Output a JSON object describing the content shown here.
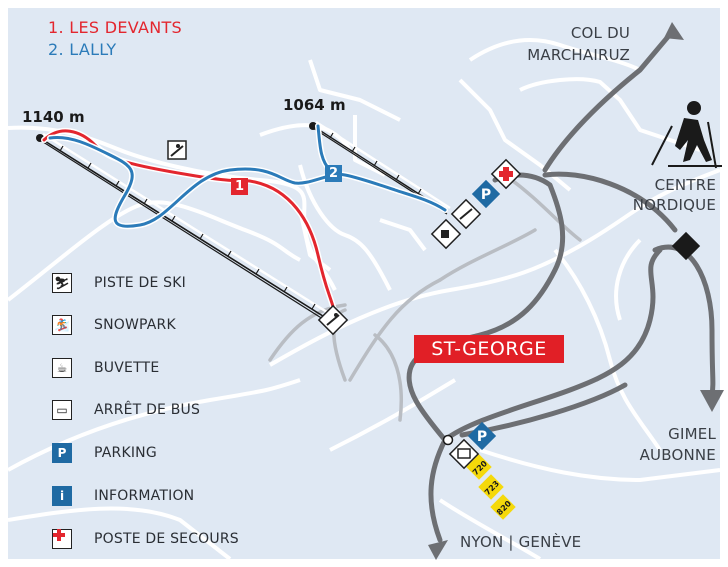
{
  "routes": [
    {
      "num": "1",
      "name": "1. LES DEVANTS",
      "color": "#e3262e"
    },
    {
      "num": "2",
      "name": "2. LALLY",
      "color": "#2b7bb9"
    }
  ],
  "altitudes": {
    "left": "1140 m",
    "right": "1064 m"
  },
  "places": {
    "col_line1": "COL DU",
    "col_line2": "MARCHAIRUZ",
    "centre_line1": "CENTRE",
    "centre_line2": "NORDIQUE",
    "gimel": "GIMEL",
    "aubonne": "AUBONNE",
    "nyon": "NYON",
    "separator": "|",
    "geneve": "GENÈVE",
    "town": "ST-GEORGE"
  },
  "bus_lines": [
    "720",
    "723",
    "820"
  ],
  "legend": [
    {
      "icon": "ski-icon",
      "label": "PISTE DE SKI"
    },
    {
      "icon": "snowpark-icon",
      "label": "SNOWPARK"
    },
    {
      "icon": "cup-icon",
      "label": "BUVETTE"
    },
    {
      "icon": "bus-icon",
      "label": "ARRÊT DE BUS"
    },
    {
      "icon": "parking-icon",
      "glyph": "P",
      "label": "PARKING"
    },
    {
      "icon": "info-icon",
      "glyph": "i",
      "label": "INFORMATION"
    },
    {
      "icon": "first-aid-icon",
      "label": "POSTE DE SECOURS"
    }
  ],
  "colors": {
    "background": "#dfe8f3",
    "road": "#6d6f73",
    "red": "#e3262e",
    "blue": "#2b7bb9",
    "bus_yellow": "#f5d90a"
  }
}
